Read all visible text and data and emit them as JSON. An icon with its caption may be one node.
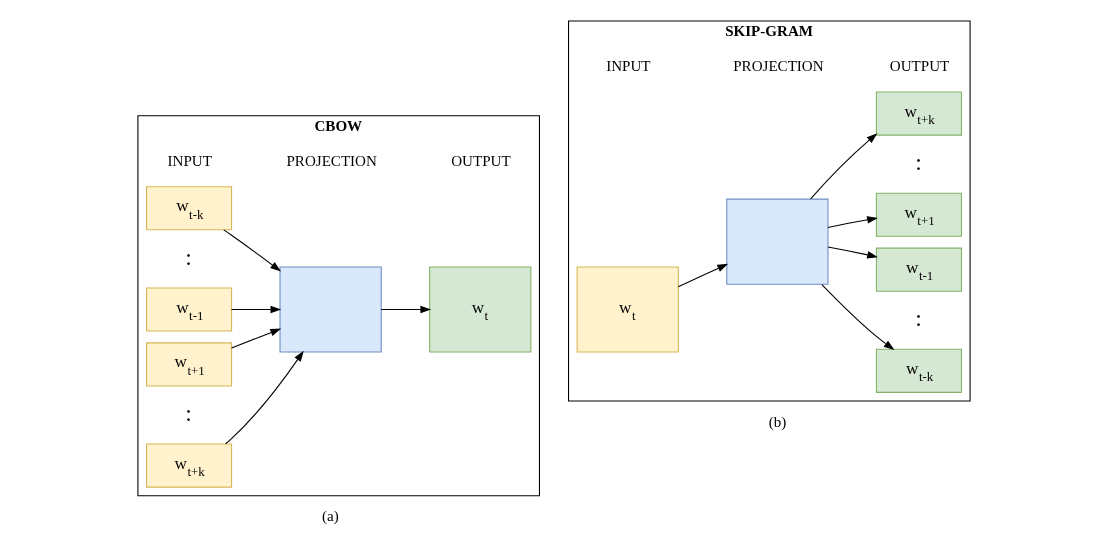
{
  "diagram": {
    "nodes": [
      {
        "text": [
          "CBOW"
        ]
      },
      {
        "text": [
          "w$_{t-k}$"
        ],
        "in": 0
      },
      {
        "text": [
          "w$_{t-1}$"
        ],
        "in": 0
      },
      {
        "text": [
          "w$_{t+1}$"
        ],
        "in": 0
      },
      {
        "text": [
          "w$_{t+k}$"
        ],
        "in": 0
      },
      {
        "text": [],
        "shape": "box",
        "in": 0
      },
      {
        "text": [
          "w$_{t}$"
        ],
        "in": 0
      },
      {
        "text": [
          "SKIP-GRAM"
        ]
      },
      {
        "text": [
          "w$_{t}$"
        ],
        "in": 7
      },
      {
        "text": [],
        "shape": "box",
        "in": 7
      },
      {
        "text": [
          "w$_{t-k}$"
        ],
        "in": 7
      },
      {
        "text": [
          "w$_{t-1}$"
        ],
        "in": 7
      },
      {
        "text": [
          "w$_{t+1}$"
        ],
        "in": 7
      },
      {
        "text": [
          "w$_{t+k}$"
        ],
        "in": 7
      }
    ],
    "edges": [
      {
        "from": 1,
        "to": 5,
        "arrow": "to"
      },
      {
        "from": 2,
        "to": 5,
        "arrow": "to"
      },
      {
        "from": 3,
        "to": 5,
        "arrow": "to"
      },
      {
        "from": 4,
        "to": 5,
        "arrow": "to"
      },
      {
        "from": 5,
        "to": 6,
        "arrow": "to"
      },
      {
        "from": 8,
        "to": 9,
        "arrow": "to"
      },
      {
        "from": 9,
        "to": 10,
        "arrow": "to"
      },
      {
        "from": 9,
        "to": 11,
        "arrow": "to"
      },
      {
        "from": 9,
        "to": 12,
        "arrow": "to"
      },
      {
        "from": 9,
        "to": 13,
        "arrow": "to"
      }
    ],
    "labels": [
      "INPUT",
      "PROJECTION",
      "OUTPUT",
      ":",
      ":",
      "INPUT",
      "PROJECTION",
      "OUTPUT",
      ":",
      ":",
      "(a)",
      "(b)"
    ]
  }
}
